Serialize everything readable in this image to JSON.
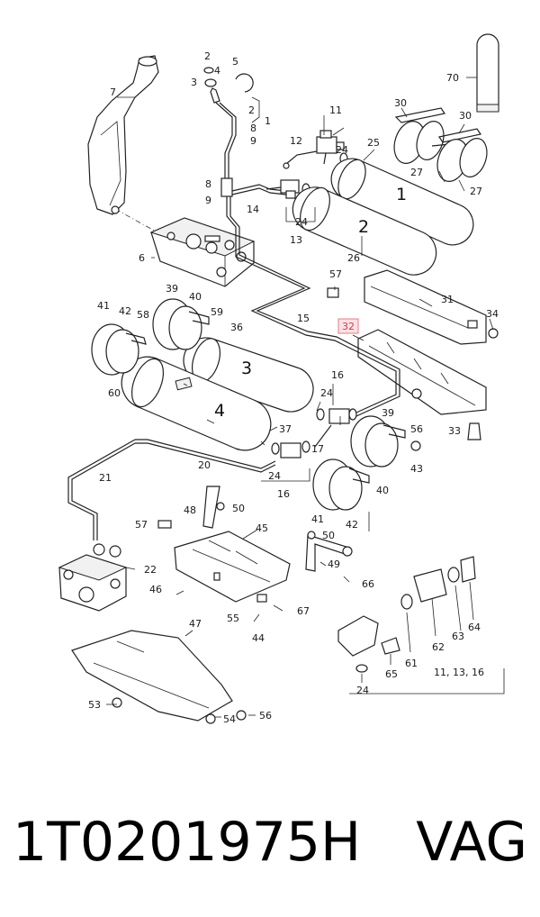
{
  "tank_labels": [
    "1",
    "2",
    "3",
    "4"
  ],
  "callouts": {
    "c2": "2",
    "c3": "3",
    "c4": "4",
    "c5": "5",
    "c6": "6",
    "c7": "7",
    "c2b": "2",
    "c1": "1",
    "c8a": "8",
    "c9a": "9",
    "c8b": "8",
    "c9b": "9",
    "c11": "11",
    "c12": "12",
    "c24a": "24",
    "c25": "25",
    "c30a": "30",
    "c30b": "30",
    "c27a": "27",
    "c27b": "27",
    "c70": "70",
    "c14": "14",
    "c24b": "24",
    "c13": "13",
    "c26": "26",
    "c57a": "57",
    "c31": "31",
    "c32": "32",
    "c34": "34",
    "c41a": "41",
    "c42a": "42",
    "c58": "58",
    "c39a": "39",
    "c40a": "40",
    "c59": "59",
    "c36": "36",
    "c15": "15",
    "c60": "60",
    "c16a": "16",
    "c24c": "24",
    "c56a": "56",
    "c33": "33",
    "c39b": "39",
    "c37": "37",
    "c17": "17",
    "c43": "43",
    "c21": "21",
    "c20": "20",
    "c24d": "24",
    "c16b": "16",
    "c40b": "40",
    "c41b": "41",
    "c42b": "42",
    "c48": "48",
    "c50a": "50",
    "c57b": "57",
    "c45": "45",
    "c50b": "50",
    "c22": "22",
    "c49": "49",
    "c66": "66",
    "c46": "46",
    "c55": "55",
    "c67": "67",
    "c44": "44",
    "c47": "47",
    "c53": "53",
    "c54": "54",
    "c56b": "56",
    "c61": "61",
    "c62": "62",
    "c63": "63",
    "c64": "64",
    "c65": "65",
    "c24e": "24",
    "c_ref": "11, 13, 16"
  },
  "highlighted_callout": "32",
  "footer": {
    "part_number": "1T0201975H",
    "brand": "VAG"
  }
}
